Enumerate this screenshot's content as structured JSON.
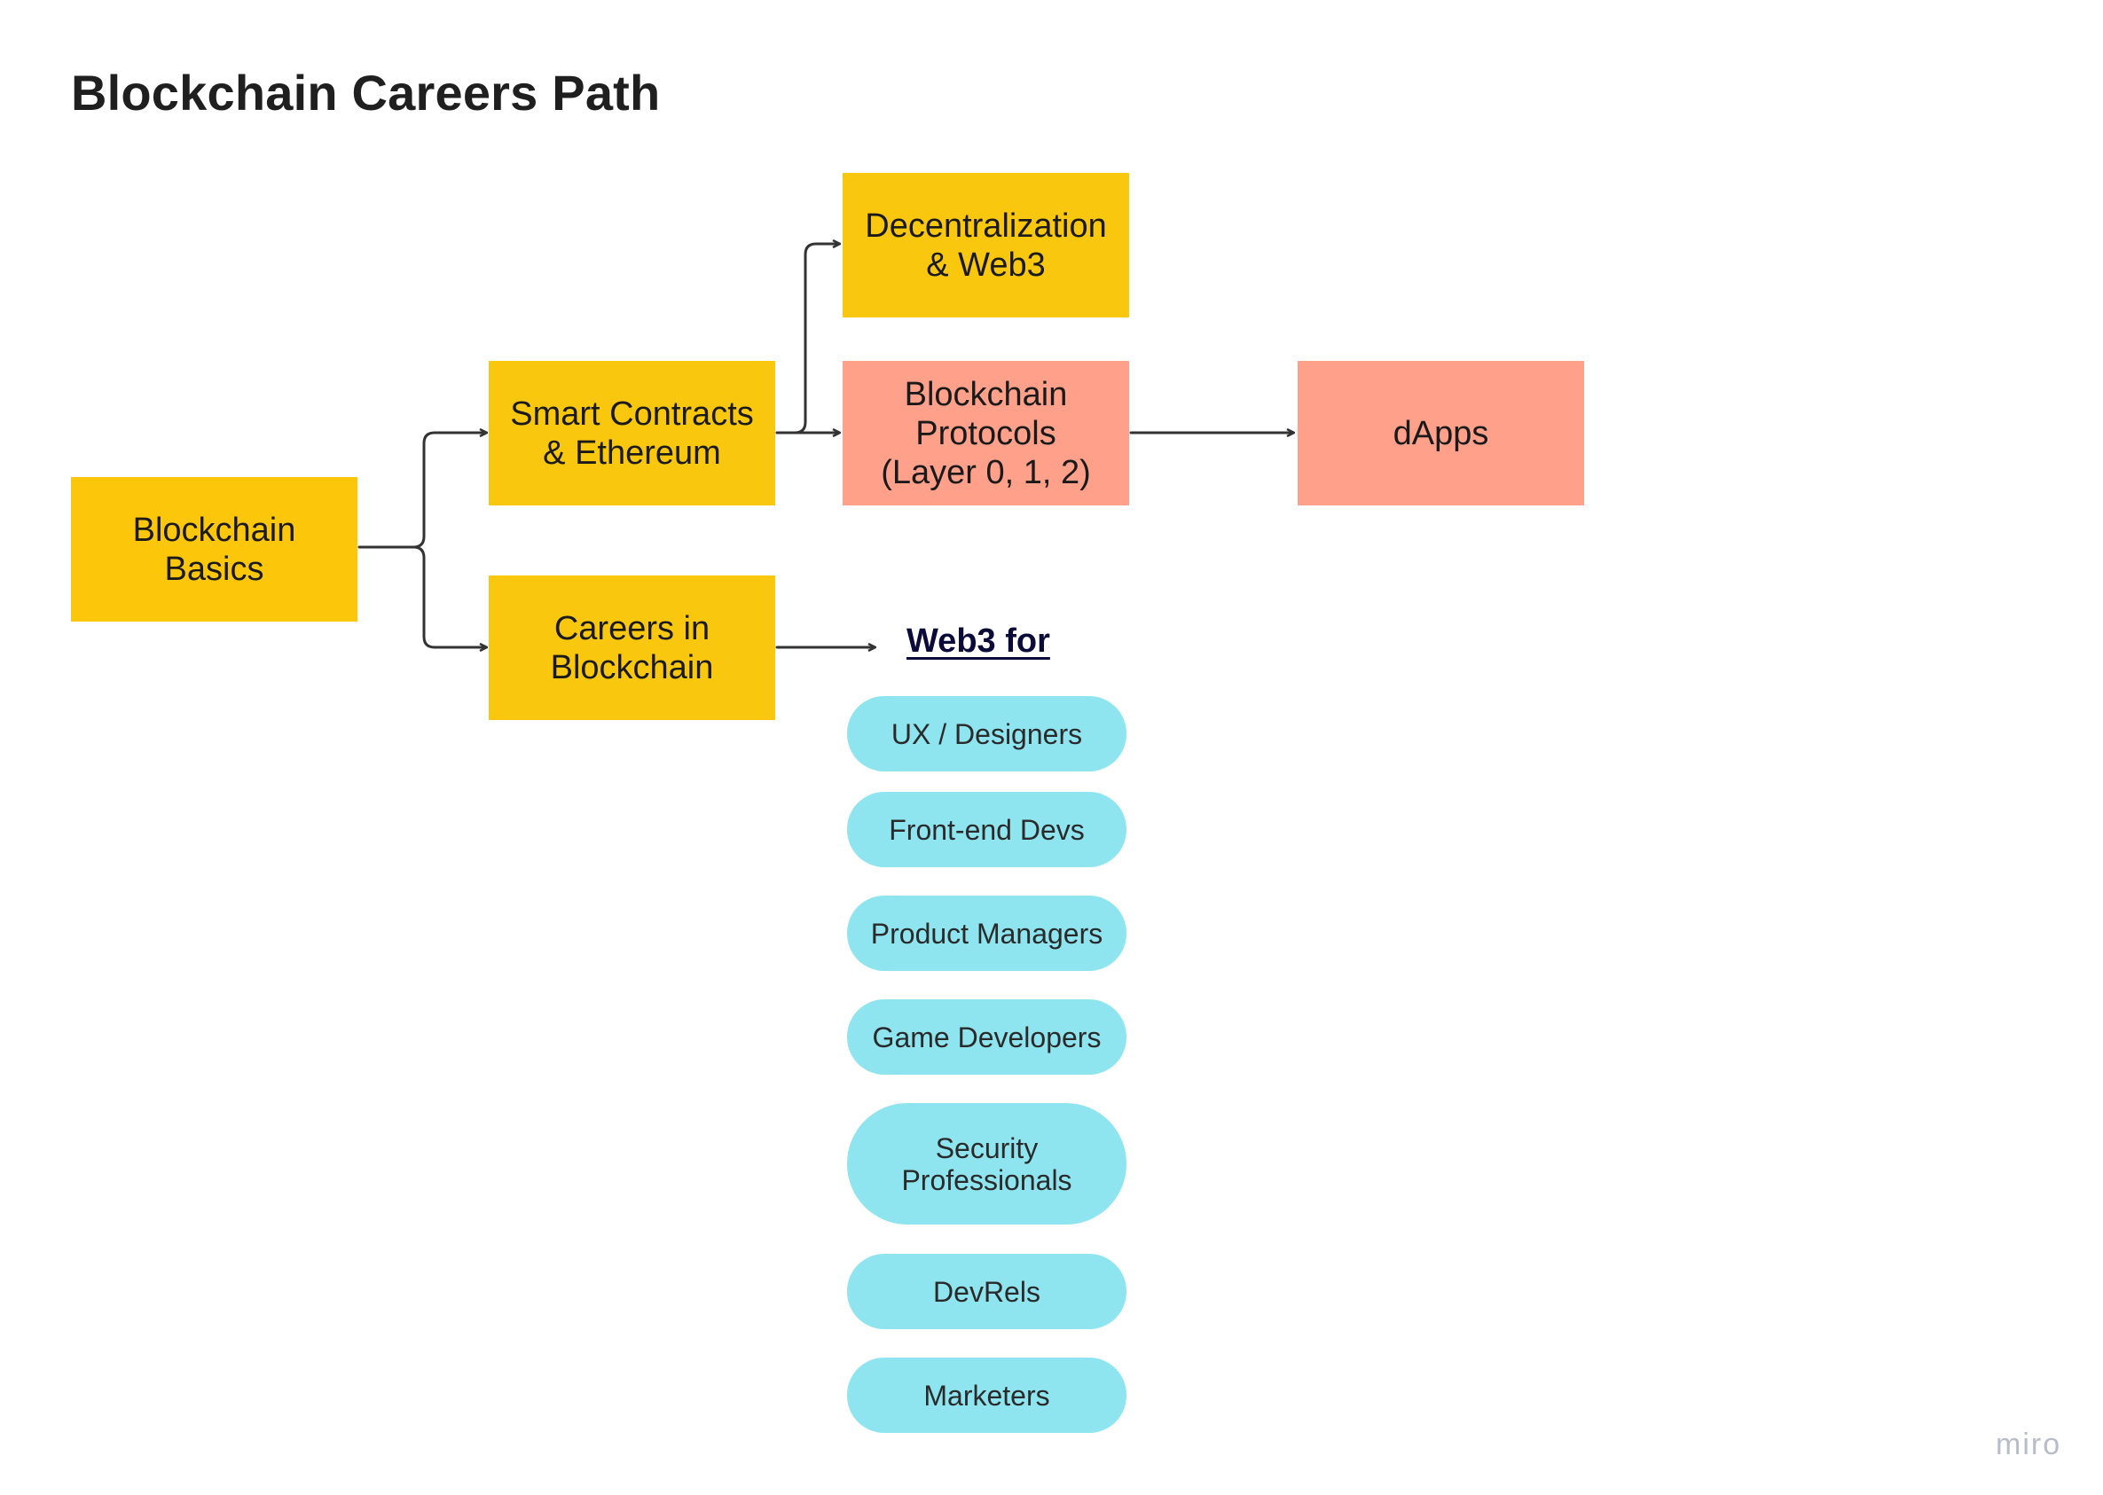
{
  "diagram": {
    "title": "Blockchain Careers Path",
    "nodes": {
      "basics": "Blockchain\nBasics",
      "smart_contracts": "Smart Contracts\n& Ethereum",
      "careers": "Careers in\nBlockchain",
      "decentralization": "Decentralization\n& Web3",
      "protocols": "Blockchain\nProtocols\n(Layer 0, 1, 2)",
      "dapps": "dApps"
    },
    "web3_heading": "Web3 for",
    "roles": [
      "UX / Designers",
      "Front-end Devs",
      "Product Managers",
      "Game Developers",
      "Security\nProfessionals",
      "DevRels",
      "Marketers"
    ],
    "edges": [
      [
        "basics",
        "smart_contracts"
      ],
      [
        "basics",
        "careers"
      ],
      [
        "smart_contracts",
        "decentralization"
      ],
      [
        "smart_contracts",
        "protocols"
      ],
      [
        "protocols",
        "dapps"
      ],
      [
        "careers",
        "web3_heading"
      ]
    ],
    "colors": {
      "core_box": "#f9c80e",
      "advanced_box": "#fea08a",
      "role_pill": "#8ee5ef",
      "connector": "#333333"
    },
    "brand": "miro"
  }
}
